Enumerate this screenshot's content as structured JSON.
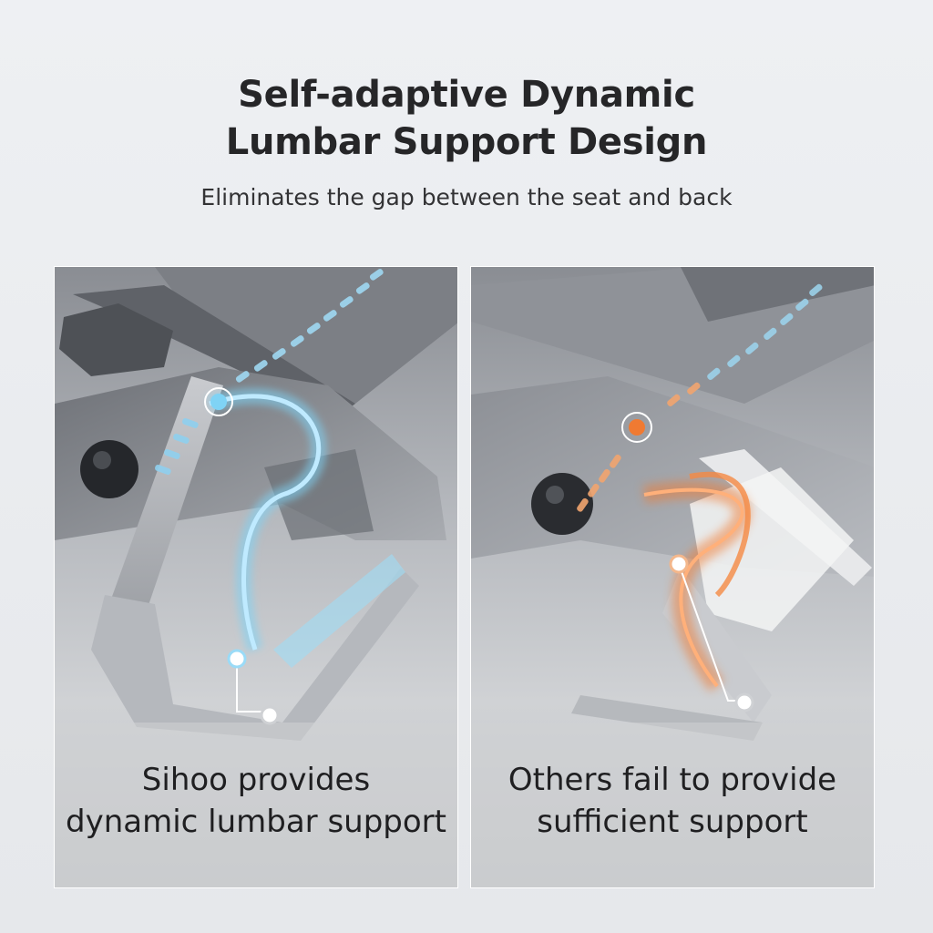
{
  "header": {
    "title_line1": "Self-adaptive Dynamic",
    "title_line2": "Lumbar Support Design",
    "subtitle": "Eliminates the gap between the seat and back"
  },
  "panels": [
    {
      "caption_line1": "Sihoo provides",
      "caption_line2": "dynamic lumbar support",
      "accent_color": "#7fd3f5"
    },
    {
      "caption_line1": "Others fail to provide",
      "caption_line2": "sufficient support",
      "accent_color": "#f07a32"
    }
  ]
}
